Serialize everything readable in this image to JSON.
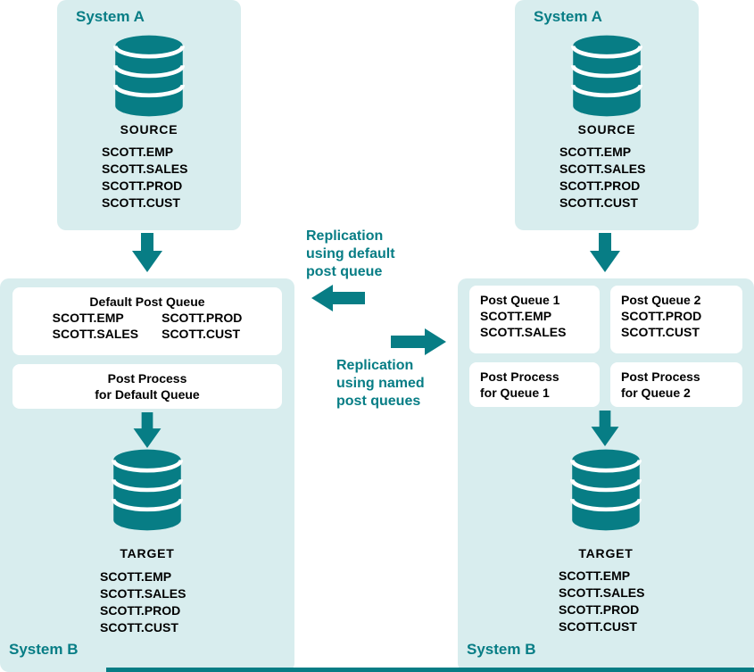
{
  "colors": {
    "teal": "#077d85",
    "panel": "#d8edee",
    "box": "#ffffff",
    "text": "#000000"
  },
  "left": {
    "system_a": {
      "title": "System A",
      "db_label": "SOURCE",
      "tables": [
        "SCOTT.EMP",
        "SCOTT.SALES",
        "SCOTT.PROD",
        "SCOTT.CUST"
      ]
    },
    "system_b": {
      "title": "System B",
      "default_queue": {
        "title": "Default Post Queue",
        "col1": [
          "SCOTT.EMP",
          "SCOTT.SALES"
        ],
        "col2": [
          "SCOTT.PROD",
          "SCOTT.CUST"
        ]
      },
      "post_process": {
        "lines": [
          "Post Process",
          "for Default Queue"
        ]
      },
      "db_label": "TARGET",
      "tables": [
        "SCOTT.EMP",
        "SCOTT.SALES",
        "SCOTT.PROD",
        "SCOTT.CUST"
      ]
    }
  },
  "right": {
    "system_a": {
      "title": "System A",
      "db_label": "SOURCE",
      "tables": [
        "SCOTT.EMP",
        "SCOTT.SALES",
        "SCOTT.PROD",
        "SCOTT.CUST"
      ]
    },
    "system_b": {
      "title": "System B",
      "queue1": {
        "title": "Post Queue 1",
        "tables": [
          "SCOTT.EMP",
          "SCOTT.SALES"
        ]
      },
      "queue2": {
        "title": "Post Queue 2",
        "tables": [
          "SCOTT.PROD",
          "SCOTT.CUST"
        ]
      },
      "process1": {
        "lines": [
          "Post Process",
          "for Queue 1"
        ]
      },
      "process2": {
        "lines": [
          "Post Process",
          "for Queue 2"
        ]
      },
      "db_label": "TARGET",
      "tables": [
        "SCOTT.EMP",
        "SCOTT.SALES",
        "SCOTT.PROD",
        "SCOTT.CUST"
      ]
    }
  },
  "middle": {
    "default_label_lines": [
      "Replication",
      "using default",
      "post queue"
    ],
    "named_label_lines": [
      "Replication",
      "using named",
      "post queues"
    ]
  }
}
